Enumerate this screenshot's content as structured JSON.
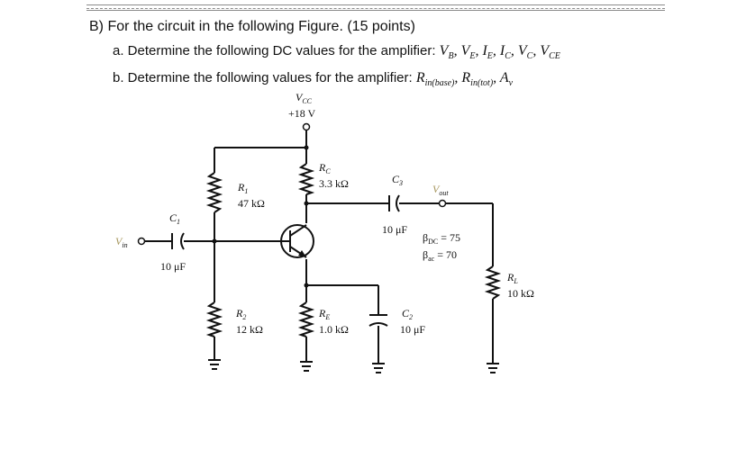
{
  "question": {
    "heading": "B) For the circuit in the following Figure. (15 points)",
    "part_a_text": "a.  Determine the following DC values for the amplifier: ",
    "part_a_vars": [
      "V",
      "B",
      ", ",
      "V",
      "E",
      ", ",
      "I",
      "E",
      ", ",
      "I",
      "C",
      ", ",
      "V",
      "C",
      ", ",
      "V",
      "CE"
    ],
    "part_b_text": "b.  Determine the following values for the amplifier: ",
    "part_b_vars": [
      "R",
      "in(base)",
      ", ",
      "R",
      "in(tot)",
      ", ",
      "A",
      "v",
      ""
    ]
  },
  "circuit": {
    "vcc_label": "V",
    "vcc_sub": "CC",
    "vcc_value": "+18 V",
    "rc_label": "R",
    "rc_sub": "C",
    "rc_value": "3.3 kΩ",
    "r1_label": "R",
    "r1_sub": "1",
    "r1_value": "47 kΩ",
    "r2_label": "R",
    "r2_sub": "2",
    "r2_value": "12 kΩ",
    "re_label": "R",
    "re_sub": "E",
    "re_value": "1.0 kΩ",
    "rl_label": "R",
    "rl_sub": "L",
    "rl_value": "10 kΩ",
    "c1_label": "C",
    "c1_sub": "1",
    "c1_value": "10 μF",
    "c2_label": "C",
    "c2_sub": "2",
    "c2_value": "10 μF",
    "c3_label": "C",
    "c3_sub": "3",
    "c3_value": "10 μF",
    "vin_label": "V",
    "vin_sub": "in",
    "vout_label": "V",
    "vout_sub": "out",
    "beta_dc": "β",
    "beta_dc_sub": "DC",
    "beta_dc_value": " = 75",
    "beta_ac": "β",
    "beta_ac_sub": "ac",
    "beta_ac_value": " = 70"
  }
}
